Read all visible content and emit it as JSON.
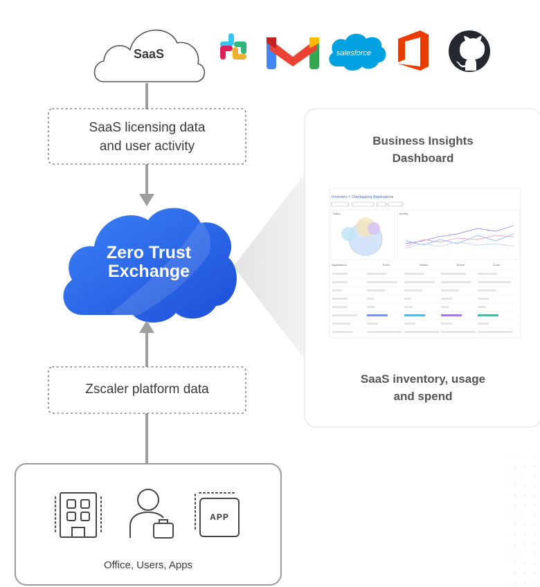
{
  "saas_cloud": {
    "label": "SaaS"
  },
  "saas_apps": [
    {
      "name": "Slack",
      "icon": "slack-icon"
    },
    {
      "name": "Gmail",
      "icon": "gmail-icon"
    },
    {
      "name": "salesforce",
      "icon": "salesforce-icon"
    },
    {
      "name": "Office",
      "icon": "office-icon"
    },
    {
      "name": "GitHub",
      "icon": "github-icon"
    }
  ],
  "licensing_box": {
    "line1": "SaaS licensing data",
    "line2": "and user activity"
  },
  "zte_cloud": {
    "line1": "Zero Trust",
    "line2": "Exchange"
  },
  "platform_box": {
    "label": "Zscaler platform data"
  },
  "sources_box": {
    "label": "Office, Users, Apps",
    "icons": [
      "building-icon",
      "user-with-briefcase-icon",
      "app-window-icon"
    ],
    "app_badge": "APP"
  },
  "dashboard_card": {
    "title_line1": "Business Insights",
    "title_line2": "Dashboard",
    "caption_line1": "SaaS inventory, usage",
    "caption_line2": "and spend",
    "screenshot": {
      "breadcrumb": "Inventory  >  Overlapping Applications",
      "panel_left": "Users",
      "panel_right": "Activity",
      "columns": [
        "Applications",
        "Excel",
        "Webex",
        "Teams",
        "Zoom"
      ]
    }
  },
  "colors": {
    "zte_blue": "#2563eb",
    "arrow_gray": "#9e9e9e",
    "border_gray": "#bdbdbd",
    "text_dark": "#3a3a3a",
    "slack_green": "#2eb67d",
    "slack_blue": "#36c5f0",
    "slack_yellow": "#ecb22e",
    "slack_red": "#e01e5a",
    "gmail_red": "#ea4335",
    "salesforce_blue": "#00a1e0",
    "office_orange": "#eb3c00",
    "github_dark": "#24292f"
  }
}
